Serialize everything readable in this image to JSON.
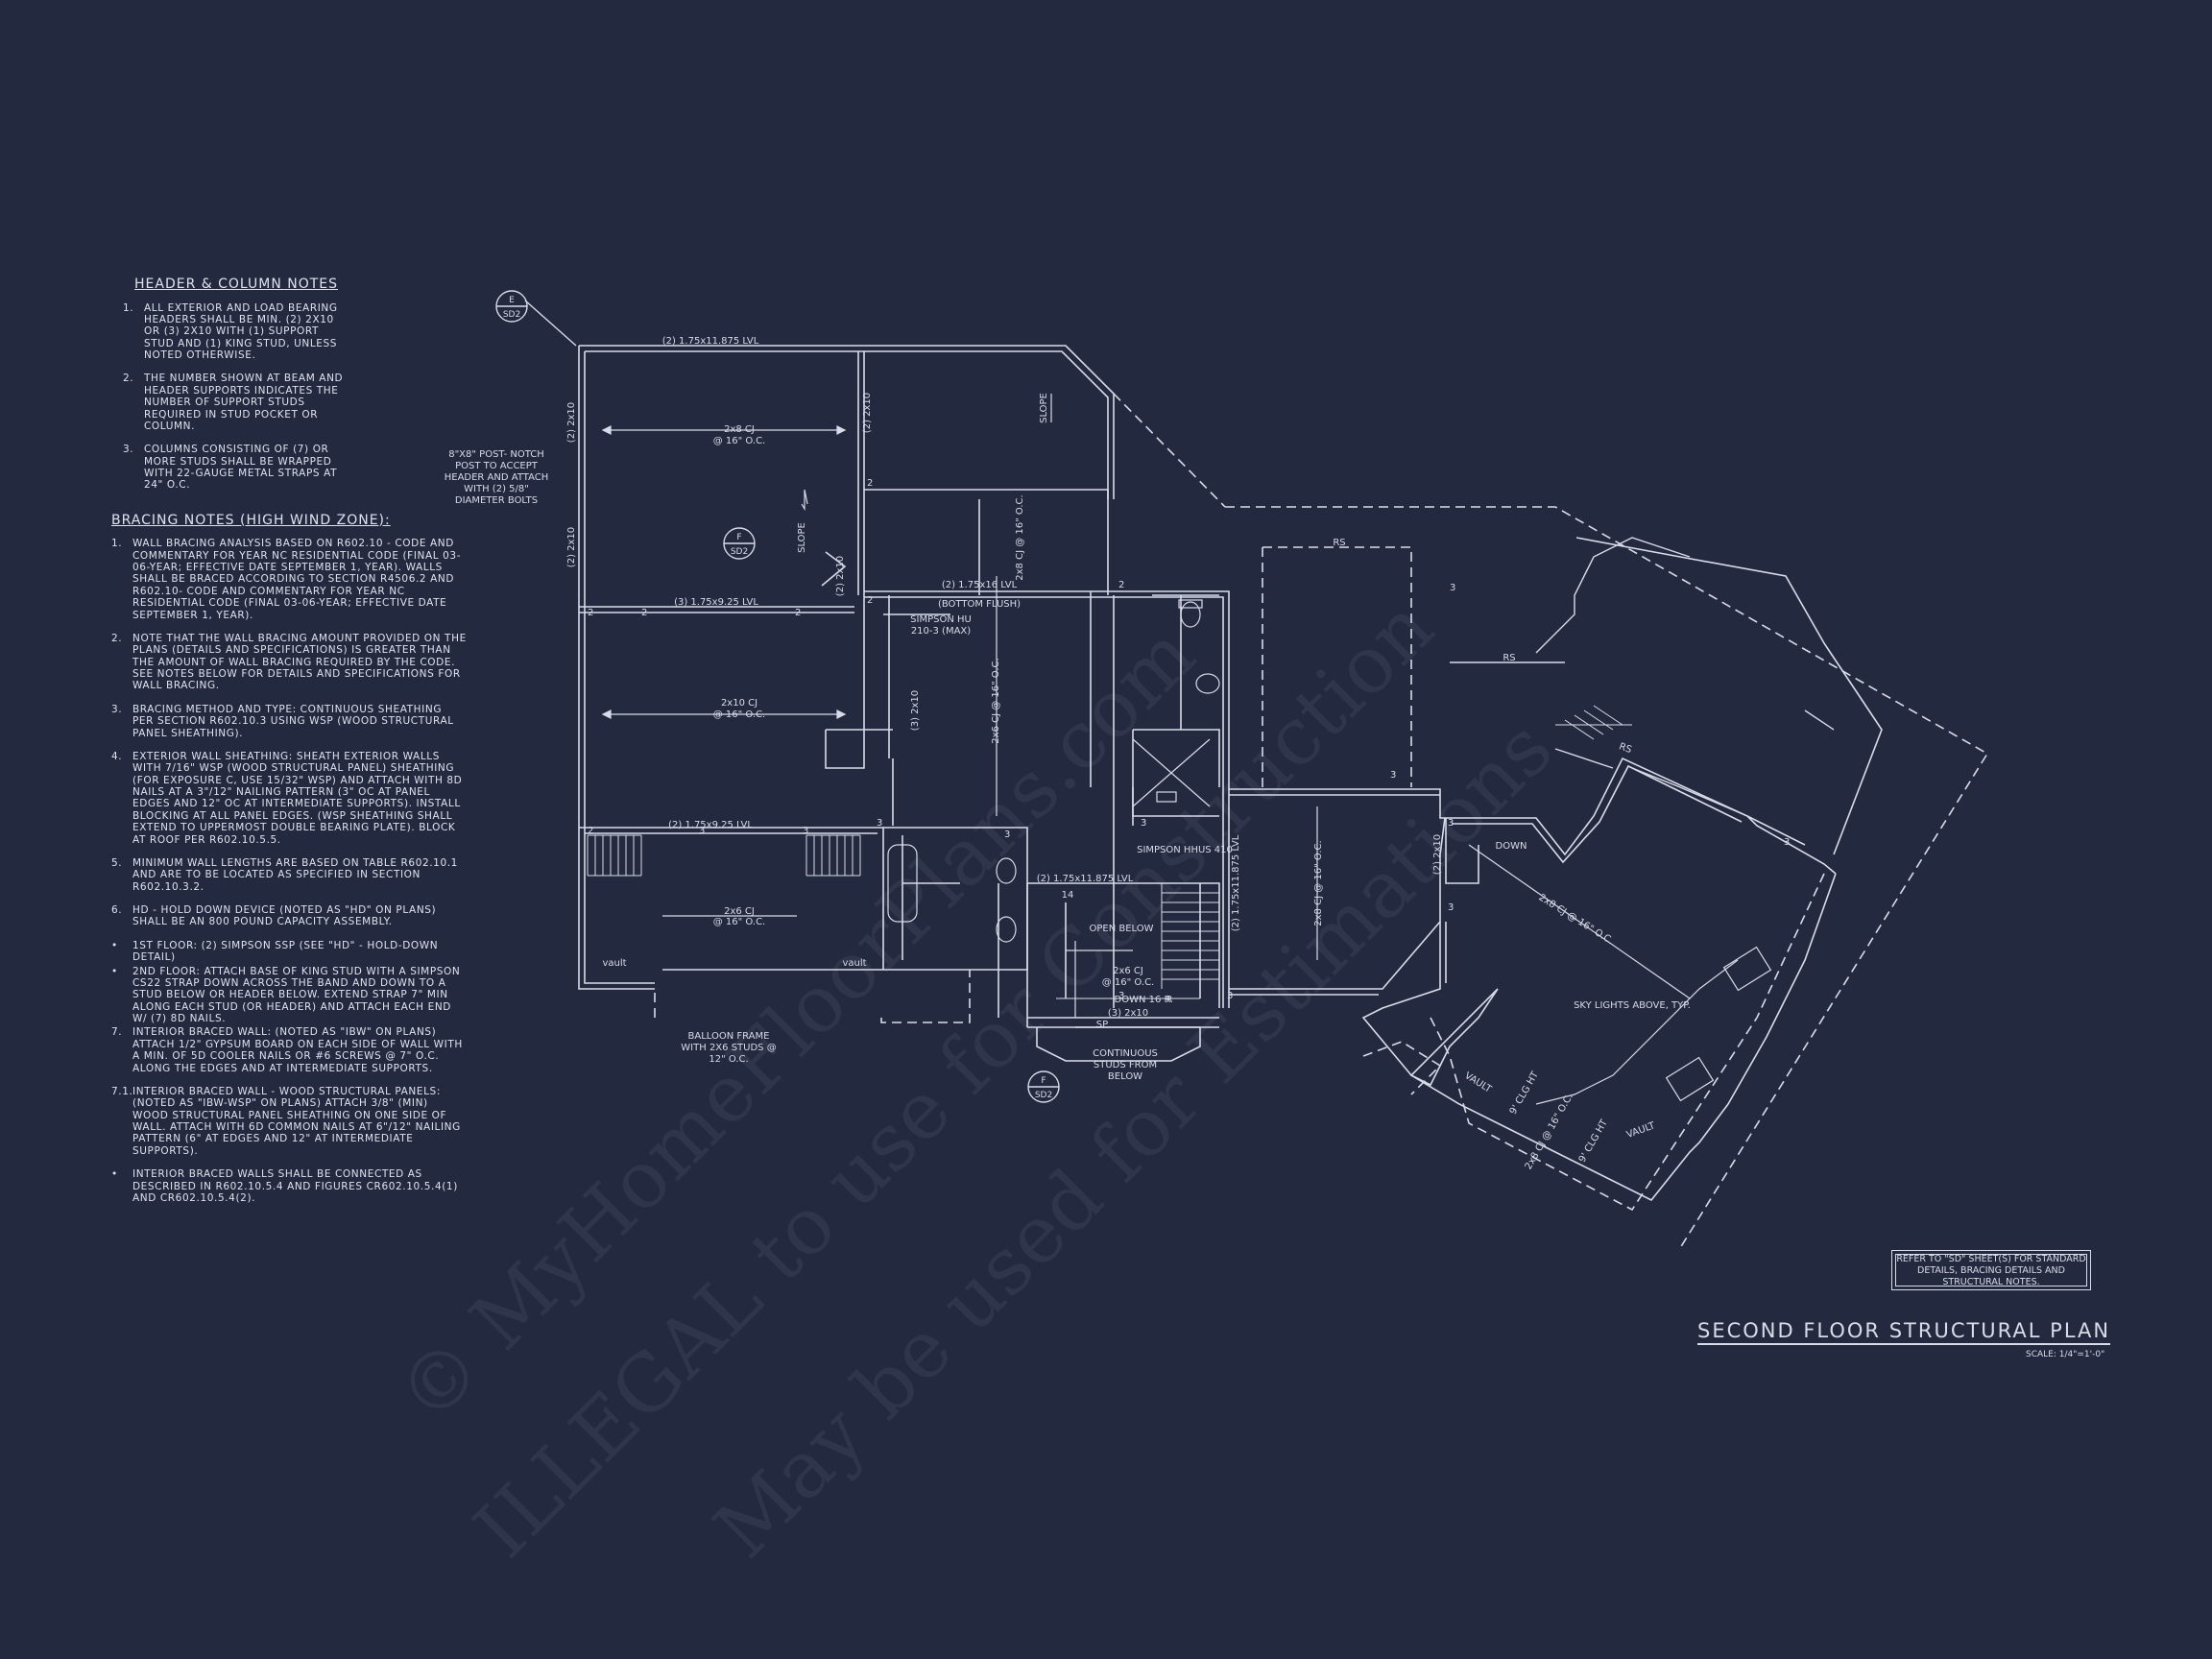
{
  "header_notes": {
    "title": "HEADER & COLUMN NOTES",
    "items": [
      {
        "num": "1.",
        "text": "ALL EXTERIOR AND LOAD BEARING HEADERS SHALL BE MIN. (2) 2x10 OR (3) 2x10 WITH (1) SUPPORT STUD AND (1) KING STUD, UNLESS NOTED OTHERWISE."
      },
      {
        "num": "2.",
        "text": "THE NUMBER SHOWN AT BEAM AND HEADER SUPPORTS INDICATES THE NUMBER OF SUPPORT STUDS REQUIRED IN STUD POCKET OR COLUMN."
      },
      {
        "num": "3.",
        "text": "COLUMNS CONSISTING OF (7) OR MORE STUDS SHALL BE WRAPPED WITH 22-GAUGE METAL STRAPS AT 24\" O.C."
      }
    ]
  },
  "bracing_notes": {
    "title": "BRACING NOTES (HIGH WIND ZONE):",
    "items": [
      {
        "num": "1.",
        "text": "WALL BRACING ANALYSIS BASED ON R602.10 - CODE AND COMMENTARY FOR YEAR NC RESIDENTIAL CODE (FINAL 03-06-YEAR; EFFECTIVE DATE SEPTEMBER 1, YEAR). WALLS SHALL BE BRACED ACCORDING TO SECTION R4506.2 AND R602.10- CODE AND COMMENTARY FOR YEAR NC RESIDENTIAL CODE (FINAL 03-06-YEAR; EFFECTIVE DATE SEPTEMBER 1, YEAR)."
      },
      {
        "num": "2.",
        "text": "NOTE THAT THE WALL BRACING AMOUNT PROVIDED ON THE PLANS (DETAILS AND SPECIFICATIONS) IS GREATER THAN THE AMOUNT OF WALL BRACING REQUIRED BY THE CODE. SEE NOTES BELOW FOR DETAILS AND SPECIFICATIONS FOR WALL BRACING."
      },
      {
        "num": "3.",
        "text": "BRACING METHOD AND TYPE: CONTINUOUS SHEATHING PER SECTION R602.10.3 USING WSP (WOOD STRUCTURAL PANEL SHEATHING)."
      },
      {
        "num": "4.",
        "text": "EXTERIOR WALL SHEATHING: SHEATH EXTERIOR WALLS WITH 7/16\" WSP (WOOD STRUCTURAL PANEL) SHEATHING (FOR EXPOSURE C, USE 15/32\" WSP) AND ATTACH WITH 8d NAILS AT A 3\"/12\" NAILING PATTERN (3\" OC AT PANEL EDGES AND 12\" OC AT INTERMEDIATE SUPPORTS). INSTALL BLOCKING AT ALL PANEL EDGES. (WSP SHEATHING SHALL EXTEND TO UPPERMOST DOUBLE BEARING PLATE). BLOCK AT ROOF PER R602.10.5.5."
      },
      {
        "num": "5.",
        "text": "MINIMUM WALL LENGTHS ARE BASED ON TABLE R602.10.1 AND ARE TO BE LOCATED AS SPECIFIED IN SECTION R602.10.3.2."
      },
      {
        "num": "6.",
        "text": "HD - HOLD DOWN DEVICE (NOTED AS \"HD\" ON PLANS) SHALL BE AN 800 POUND CAPACITY ASSEMBLY."
      },
      {
        "num": "•",
        "text": "1ST FLOOR: (2) SIMPSON SSP (SEE \"HD\" - HOLD-DOWN DETAIL)"
      },
      {
        "num": "•",
        "text": "2ND FLOOR: ATTACH BASE OF KING STUD WITH A SIMPSON CS22 STRAP DOWN ACROSS THE BAND AND DOWN TO A STUD BELOW OR HEADER BELOW. EXTEND STRAP 7\" MIN ALONG EACH STUD (OR HEADER) AND ATTACH EACH END W/ (7) 8d NAILS."
      },
      {
        "num": "7.",
        "text": "INTERIOR BRACED WALL: (NOTED AS \"IBW\" ON PLANS) ATTACH 1/2\" GYPSUM BOARD ON EACH SIDE OF WALL WITH A MIN. OF 5d COOLER NAILS OR #6 SCREWS @ 7\" O.C. ALONG THE EDGES AND AT INTERMEDIATE SUPPORTS."
      },
      {
        "num": "7.1.",
        "text": "INTERIOR BRACED WALL - WOOD STRUCTURAL PANELS: (NOTED AS \"IBW-WSP\" ON PLANS) ATTACH 3/8\" (MIN) WOOD STRUCTURAL PANEL SHEATHING ON ONE SIDE OF WALL. ATTACH WITH 6d COMMON NAILS AT 6\"/12\" NAILING PATTERN (6\" AT EDGES AND 12\" AT INTERMEDIATE SUPPORTS)."
      },
      {
        "num": "•",
        "text": "INTERIOR BRACED WALLS SHALL BE CONNECTED AS DESCRIBED IN R602.10.5.4 AND FIGURES CR602.10.5.4(1) AND CR602.10.5.4(2)."
      }
    ]
  },
  "plan_labels": {
    "beam_top": "(2) 1.75x11.875 LVL",
    "cj_1": "2x8 CJ",
    "cj_1b": "@ 16\" O.C.",
    "slope_1": "SLOPE",
    "slope_2": "SLOPE",
    "post_note": "8\"x8\" POST- NOTCH POST TO ACCEPT HEADER AND ATTACH WITH (2) 5/8\" DIAMETER BOLTS",
    "lvl_mid": "(3) 1.75x9.25 LVL",
    "cj_2": "2x10 CJ",
    "cj_2b": "@ 16\" O.C.",
    "lvl_center": "(2) 1.75x16 LVL",
    "bottom_flush": "(BOTTOM FLUSH)",
    "simpson_hu": "SIMPSON HU 210-3 (MAX)",
    "cj_vert_1": "2x6 CJ @ 16\" O.C.",
    "cj_vert_2": "2x8 CJ @ 16\" O.C.",
    "lvl_left_bottom": "(2) 1.75x9.25 LVL",
    "cj_3": "2x6 CJ",
    "cj_3b": "@ 16\" O.C.",
    "vault_1": "vault",
    "vault_2": "vault",
    "balloon": "BALLOON FRAME WITH 2x6 STUDS @ 12\" O.C.",
    "lvl_stair": "(2) 1.75x11.875 LVL",
    "open_below": "OPEN BELOW",
    "cj_4": "2x6 CJ",
    "cj_4b": "@ 16\" O.C.",
    "header_3_2x10": "(3) 2x10",
    "down_16r": "DOWN 16 R",
    "continuous": "CONTINUOUS STUDS FROM BELOW",
    "simpson_hhus": "SIMPSON HHUS 410",
    "lvl_right_vert": "(2) 1.75x11.875 LVL",
    "cj_right": "2x8 CJ @ 16\" O.C.",
    "rs_1": "RS",
    "rs_2": "RS",
    "rs_3": "RS",
    "down_small": "DOWN",
    "cj_angled": "2x8 CJ @ 16\" O.C.",
    "skylights": "SKY LIGHTS ABOVE, TYP.",
    "vault_3": "VAULT",
    "vault_4": "VAULT",
    "clg_ht_1": "9' CLG HT",
    "clg_ht_2": "9' CLG HT",
    "cj_angled_2": "2x8 CJ @ 16\" O.C.",
    "header_2x10_a": "(2) 2x10",
    "header_2x10_b": "(2) 2x10",
    "header_2x10_c": "(2) 2x10",
    "header_2x10_d": "(2) 2x10",
    "header_3_2x10_v": "(3) 2x10",
    "header_2x10_right": "(2) 2x10",
    "stud_counts": [
      "2",
      "2",
      "2",
      "2",
      "2",
      "2",
      "2",
      "3",
      "3",
      "3",
      "3",
      "3",
      "3",
      "3",
      "3",
      "3",
      "3",
      "3",
      "3"
    ],
    "sp": "SP",
    "num_14": "14",
    "r_1": "R"
  },
  "section_markers": [
    {
      "letter": "E",
      "sheet": "SD2"
    },
    {
      "letter": "F",
      "sheet": "SD2"
    },
    {
      "letter": "F",
      "sheet": "SD2"
    }
  ],
  "watermark": {
    "line1": "© MyHomeFloorPlans.com",
    "line2": "ILLEGAL to use for Construction",
    "line3": "May be used for Estimations"
  },
  "reference_box": "REFER TO \"SD\" SHEET(S) FOR STANDARD DETAILS, BRACING DETAILS AND STRUCTURAL NOTES.",
  "title": "SECOND FLOOR STRUCTURAL PLAN",
  "scale": "SCALE: 1/4\"=1'-0\"",
  "colors": {
    "background": "#232a40",
    "linework": "#d8dce8"
  }
}
